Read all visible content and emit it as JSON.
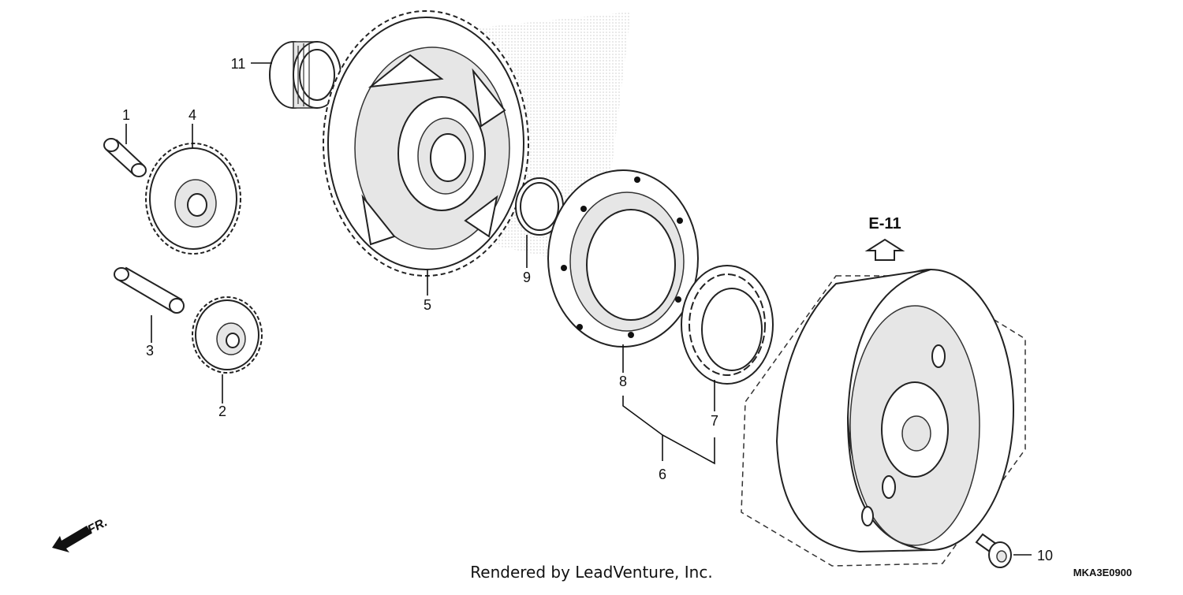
{
  "callouts": {
    "c1": "1",
    "c2": "2",
    "c3": "3",
    "c4": "4",
    "c5": "5",
    "c6": "6",
    "c7": "7",
    "c8": "8",
    "c9": "9",
    "c10": "10",
    "c11": "11"
  },
  "reference": "E-11",
  "direction": "FR.",
  "credit": "Rendered by LeadVenture, Inc.",
  "diagram_code": "MKA3E0900",
  "colors": {
    "ink": "#111111",
    "shade": "#e6e6e6"
  }
}
